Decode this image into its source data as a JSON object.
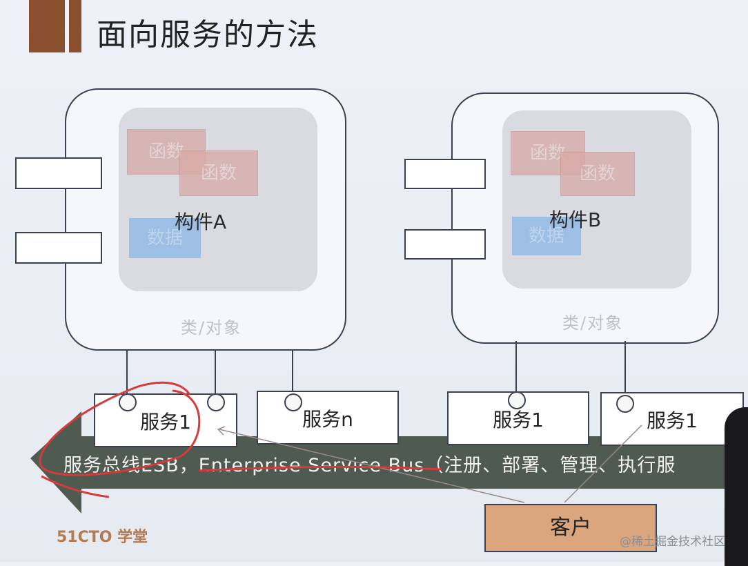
{
  "slide": {
    "title": "面向服务的方法",
    "logo": "51CTO 学堂",
    "watermark": "@稀土掘金技术社区"
  },
  "components": [
    {
      "label": "构件A",
      "class_label": "类/对象",
      "functions": [
        "函数",
        "函数"
      ],
      "data": "数据"
    },
    {
      "label": "构件B",
      "class_label": "类/对象",
      "functions": [
        "函数",
        "函数"
      ],
      "data": "数据"
    }
  ],
  "services": [
    "服务1",
    "服务n",
    "服务1",
    "服务1"
  ],
  "esb": {
    "text": "服务总线ESB，Enterprise Service Bus（注册、部署、管理、执行服"
  },
  "client": {
    "label": "客户"
  },
  "colors": {
    "title_bar": "#8a4f2f",
    "bus": "#4f5a50",
    "client": "#dba57e",
    "annotation": "#d63a3a",
    "function_block": "#d7a9a6",
    "data_block": "#8fb8e6"
  }
}
